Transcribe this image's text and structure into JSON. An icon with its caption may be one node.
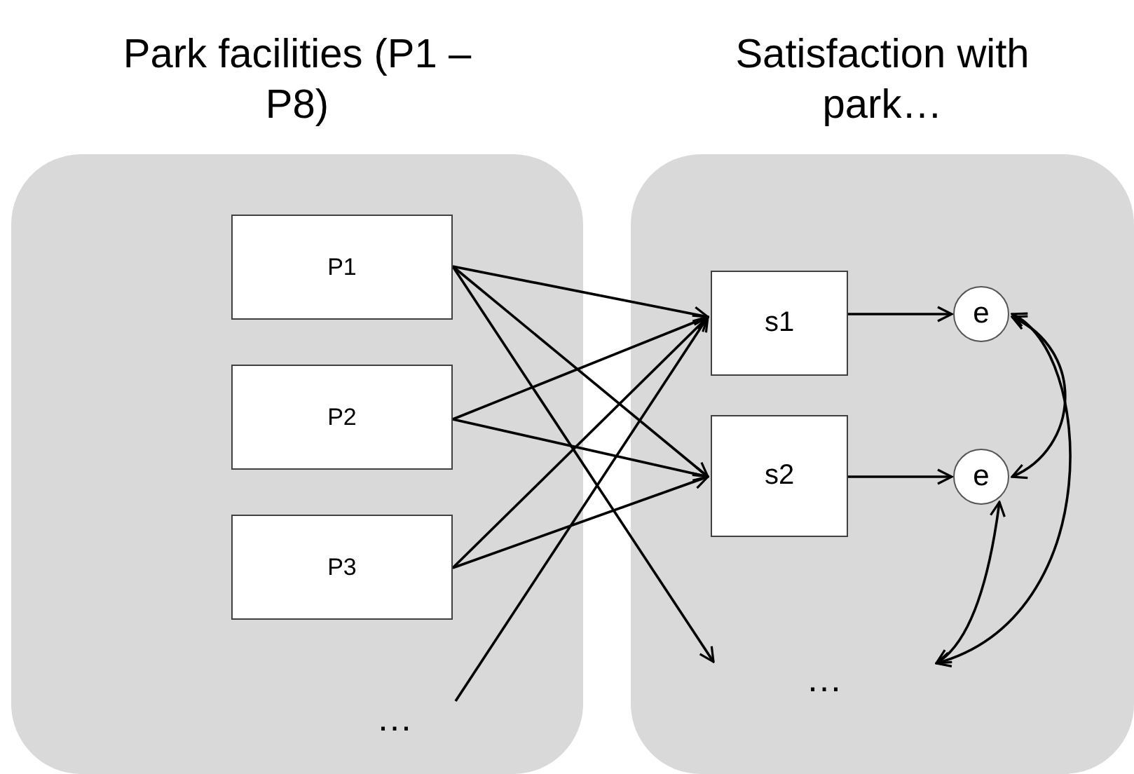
{
  "diagram": {
    "nodes": [
      {
        "text": [
          "Park facilities (P1 – P8)"
        ]
      },
      {
        "text": [
          "P1"
        ],
        "in": 0
      },
      {
        "text": [
          "P2"
        ],
        "in": 0
      },
      {
        "text": [
          "P3"
        ],
        "in": 0
      },
      {
        "text": [
          "…"
        ],
        "in": 0
      },
      {
        "text": [
          "Satisfaction with park…"
        ]
      },
      {
        "text": [
          "s1"
        ],
        "in": 5
      },
      {
        "text": [
          "s2"
        ],
        "in": 5
      },
      {
        "text": [
          "e"
        ],
        "in": 5
      },
      {
        "text": [
          "e"
        ],
        "in": 5
      },
      {
        "text": [
          "…"
        ],
        "in": 5
      }
    ],
    "edges": [
      {
        "from": 1,
        "to": 6,
        "arrow": "to"
      },
      {
        "from": 1,
        "to": 7,
        "arrow": "to"
      },
      {
        "from": 1,
        "to": 10,
        "arrow": "to"
      },
      {
        "from": 2,
        "to": 6,
        "arrow": "to"
      },
      {
        "from": 2,
        "to": 7,
        "arrow": "to"
      },
      {
        "from": 3,
        "to": 6,
        "arrow": "to"
      },
      {
        "from": 3,
        "to": 7,
        "arrow": "to"
      },
      {
        "from": 4,
        "to": 6,
        "arrow": "to"
      },
      {
        "from": 6,
        "to": 8,
        "arrow": "to"
      },
      {
        "from": 7,
        "to": 9,
        "arrow": "to"
      },
      {
        "from": 8,
        "to": 9,
        "arrow": "both"
      },
      {
        "from": 8,
        "to": 10,
        "arrow": "both"
      },
      {
        "from": 9,
        "to": 10,
        "arrow": "both"
      }
    ]
  }
}
